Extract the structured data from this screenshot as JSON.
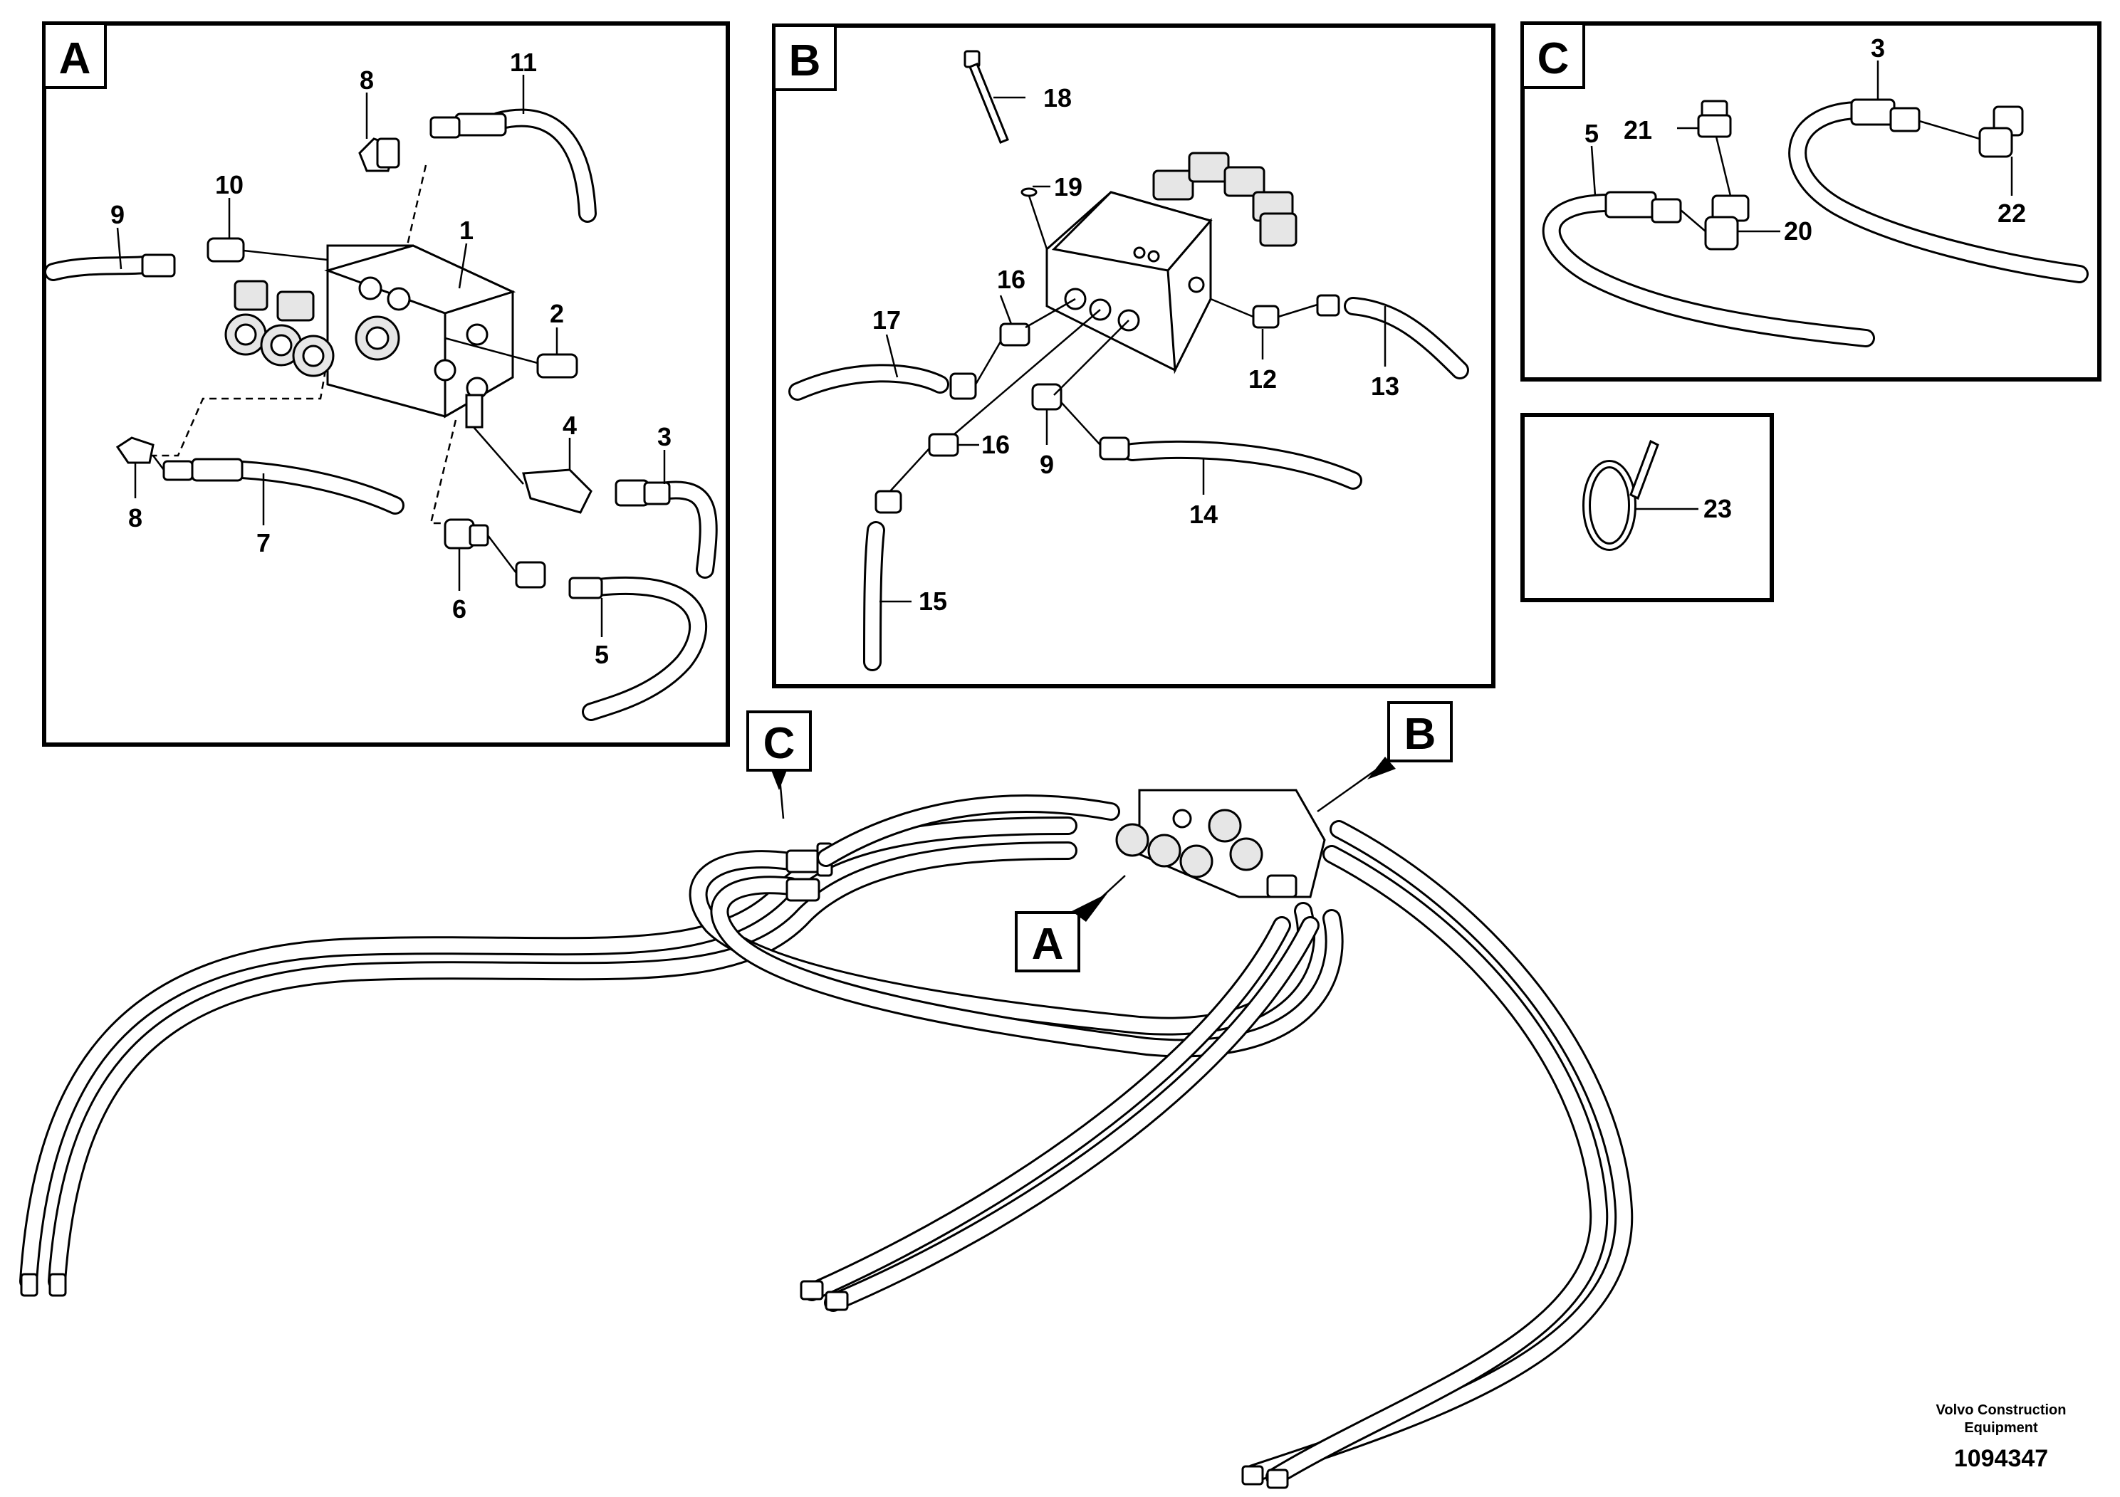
{
  "panels": {
    "a": {
      "label": "A"
    },
    "b": {
      "label": "B"
    },
    "c": {
      "label": "C"
    }
  },
  "callouts": {
    "n1": "1",
    "n2": "2",
    "n3": "3",
    "n4": "4",
    "n5": "5",
    "n6": "6",
    "n7": "7",
    "n8": "8",
    "n9": "9",
    "n10": "10",
    "n11": "11",
    "n12": "12",
    "n13": "13",
    "n14": "14",
    "n15": "15",
    "n16": "16",
    "n17": "17",
    "n18": "18",
    "n19": "19",
    "n20": "20",
    "n21": "21",
    "n22": "22",
    "n23": "23"
  },
  "overview_tags": {
    "c": "C",
    "b": "B",
    "a": "A"
  },
  "footer": {
    "company_line1": "Volvo Construction",
    "company_line2": "Equipment",
    "drawing_number": "1094347"
  }
}
